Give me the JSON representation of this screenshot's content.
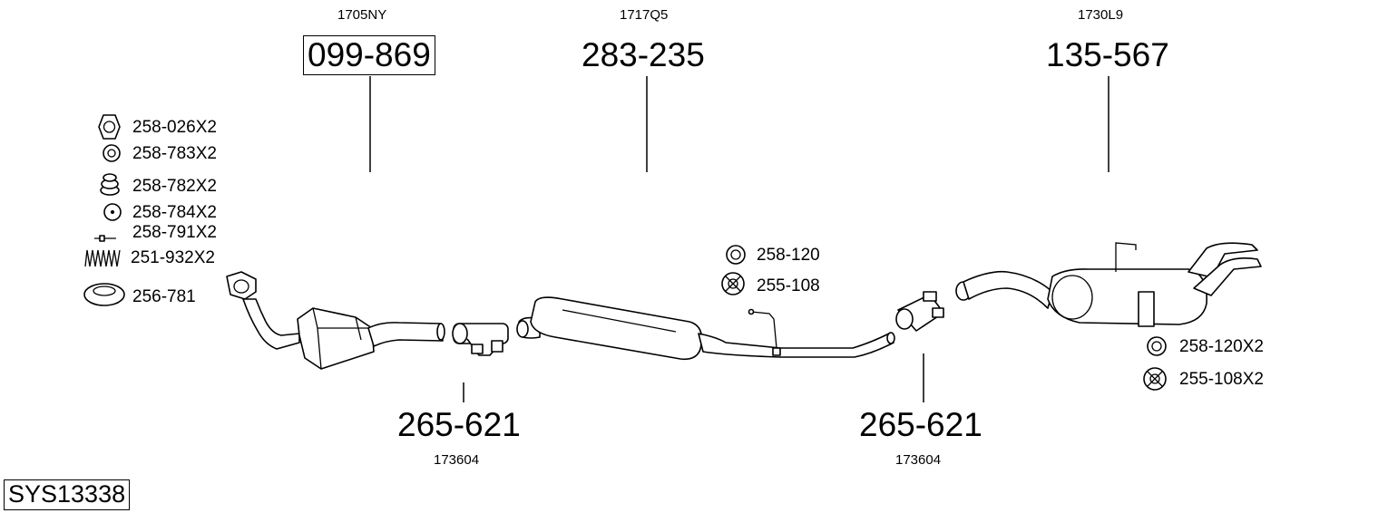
{
  "system_id": "SYS13338",
  "parts": [
    {
      "code": "1705NY",
      "number": "099-869"
    },
    {
      "code": "1717Q5",
      "number": "283-235"
    },
    {
      "code": "1730L9",
      "number": "135-567"
    },
    {
      "code": "173604",
      "number": "265-621"
    },
    {
      "code": "173604",
      "number": "265-621"
    }
  ],
  "hardware_left": [
    "258-026X2",
    "258-783X2",
    "258-782X2",
    "258-784X2",
    "258-791X2",
    "251-932X2",
    "256-781"
  ],
  "hardware_middle": [
    "258-120",
    "255-108"
  ],
  "hardware_right": [
    "258-120X2",
    "255-108X2"
  ]
}
